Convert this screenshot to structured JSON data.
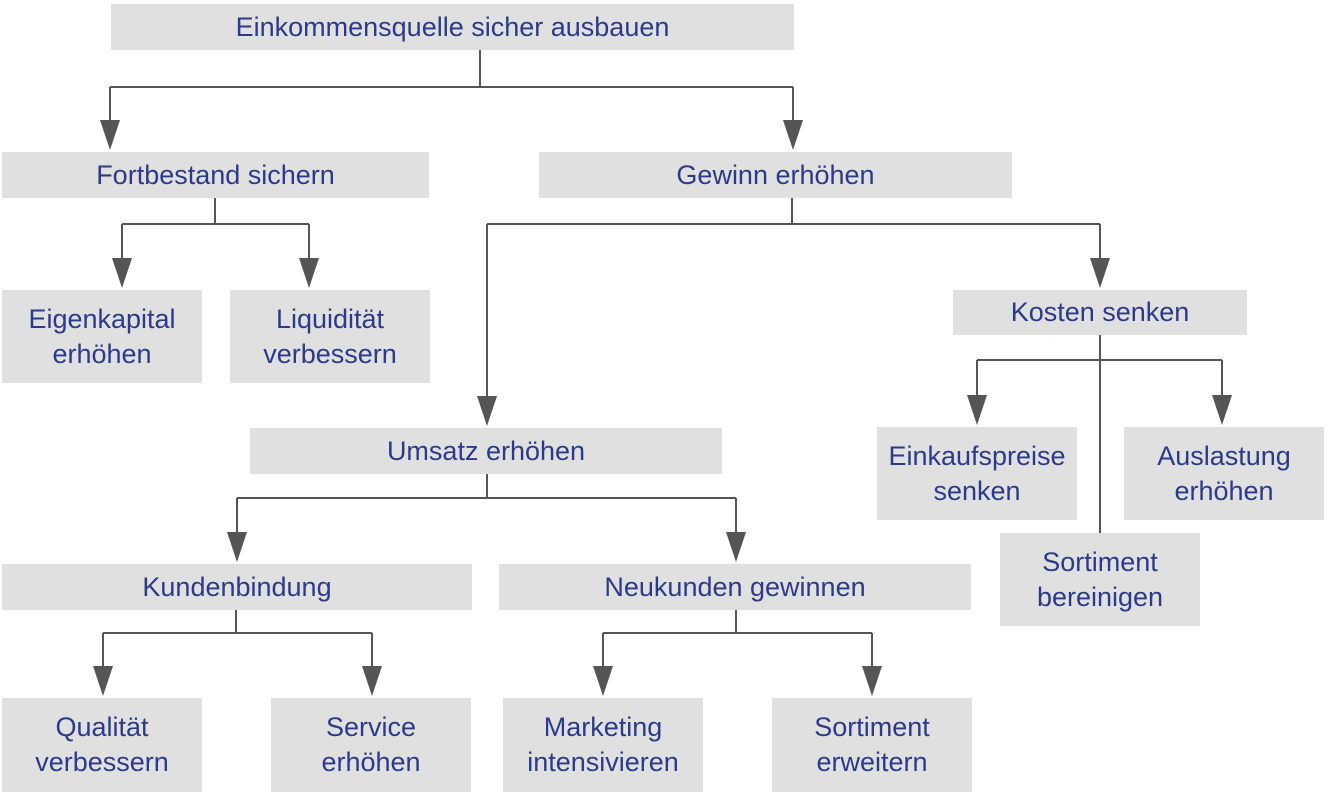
{
  "colors": {
    "box_fill": "#e0e0e0",
    "text": "#2b3a8a",
    "connector": "#555555"
  },
  "nodes": {
    "root": {
      "lines": [
        "Einkommensquelle sicher ausbauen"
      ]
    },
    "fortbestand": {
      "lines": [
        "Fortbestand sichern"
      ]
    },
    "gewinn": {
      "lines": [
        "Gewinn erhöhen"
      ]
    },
    "eigenkapital": {
      "lines": [
        "Eigenkapital",
        "erhöhen"
      ]
    },
    "liquiditaet": {
      "lines": [
        "Liquidität",
        "verbessern"
      ]
    },
    "kosten": {
      "lines": [
        "Kosten senken"
      ]
    },
    "umsatz": {
      "lines": [
        "Umsatz erhöhen"
      ]
    },
    "einkaufspreise": {
      "lines": [
        "Einkaufspreise",
        "senken"
      ]
    },
    "auslastung": {
      "lines": [
        "Auslastung",
        "erhöhen"
      ]
    },
    "sortiment_bereinigen": {
      "lines": [
        "Sortiment",
        "bereinigen"
      ]
    },
    "kundenbindung": {
      "lines": [
        "Kundenbindung"
      ]
    },
    "neukunden": {
      "lines": [
        "Neukunden gewinnen"
      ]
    },
    "qualitaet": {
      "lines": [
        "Qualität",
        "verbessern"
      ]
    },
    "service": {
      "lines": [
        "Service",
        "erhöhen"
      ]
    },
    "marketing": {
      "lines": [
        "Marketing",
        "intensivieren"
      ]
    },
    "sortiment_erweitern": {
      "lines": [
        "Sortiment",
        "erweitern"
      ]
    }
  }
}
